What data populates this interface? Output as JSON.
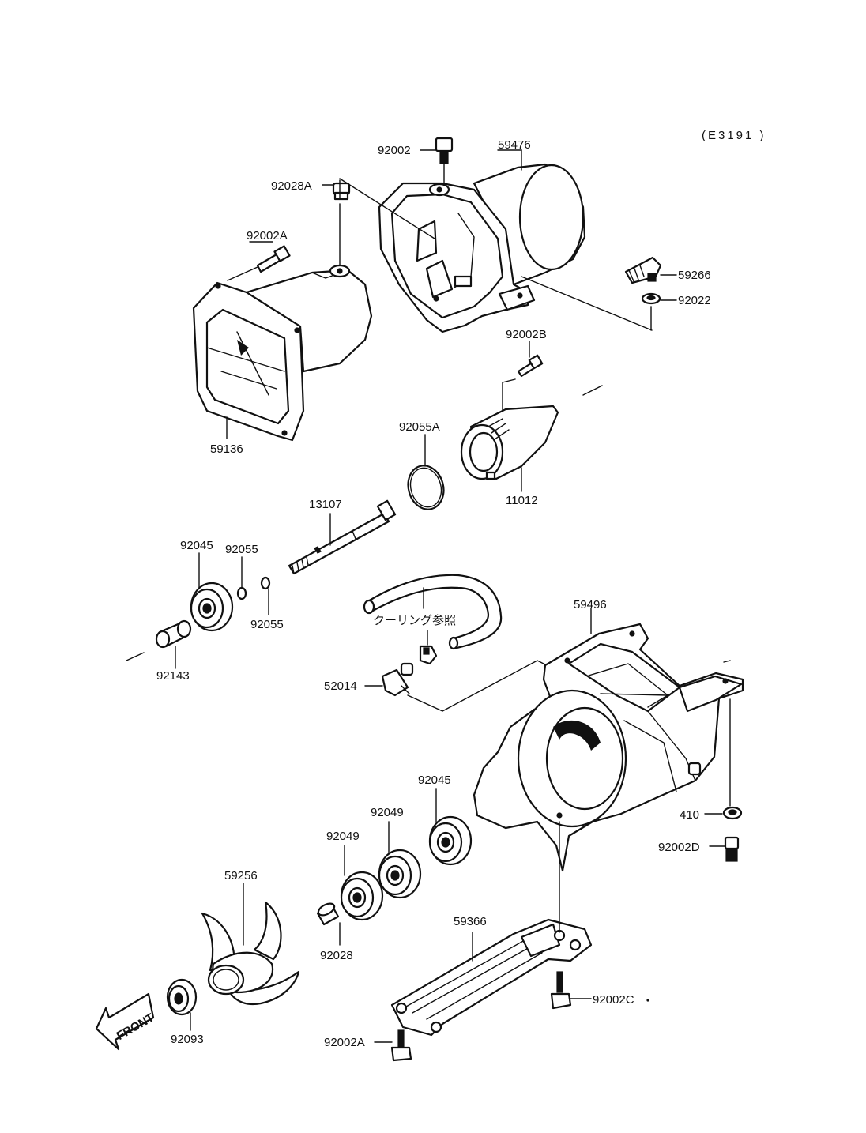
{
  "diagram": {
    "code": "(E3191 )",
    "front_label": "FRONT",
    "note": "クーリング参照",
    "labels": [
      {
        "id": "92002",
        "text": "92002"
      },
      {
        "id": "59476",
        "text": "59476"
      },
      {
        "id": "92028A",
        "text": "92028A"
      },
      {
        "id": "92002A_top",
        "text": "92002A"
      },
      {
        "id": "59266",
        "text": "59266"
      },
      {
        "id": "92022",
        "text": "92022"
      },
      {
        "id": "92002B",
        "text": "92002B"
      },
      {
        "id": "59136",
        "text": "59136"
      },
      {
        "id": "92055A",
        "text": "92055A"
      },
      {
        "id": "11012",
        "text": "11012"
      },
      {
        "id": "13107",
        "text": "13107"
      },
      {
        "id": "92045_top",
        "text": "92045"
      },
      {
        "id": "92055_a",
        "text": "92055"
      },
      {
        "id": "92055_b",
        "text": "92055"
      },
      {
        "id": "92143",
        "text": "92143"
      },
      {
        "id": "59496",
        "text": "59496"
      },
      {
        "id": "52014",
        "text": "52014"
      },
      {
        "id": "92045_bottom",
        "text": "92045"
      },
      {
        "id": "92049_a",
        "text": "92049"
      },
      {
        "id": "92049_b",
        "text": "92049"
      },
      {
        "id": "410",
        "text": "410"
      },
      {
        "id": "92002D",
        "text": "92002D"
      },
      {
        "id": "59256",
        "text": "59256"
      },
      {
        "id": "92028",
        "text": "92028"
      },
      {
        "id": "59366",
        "text": "59366"
      },
      {
        "id": "92002C",
        "text": "92002C"
      },
      {
        "id": "92093",
        "text": "92093"
      },
      {
        "id": "92002A_bottom",
        "text": "92002A"
      }
    ]
  }
}
